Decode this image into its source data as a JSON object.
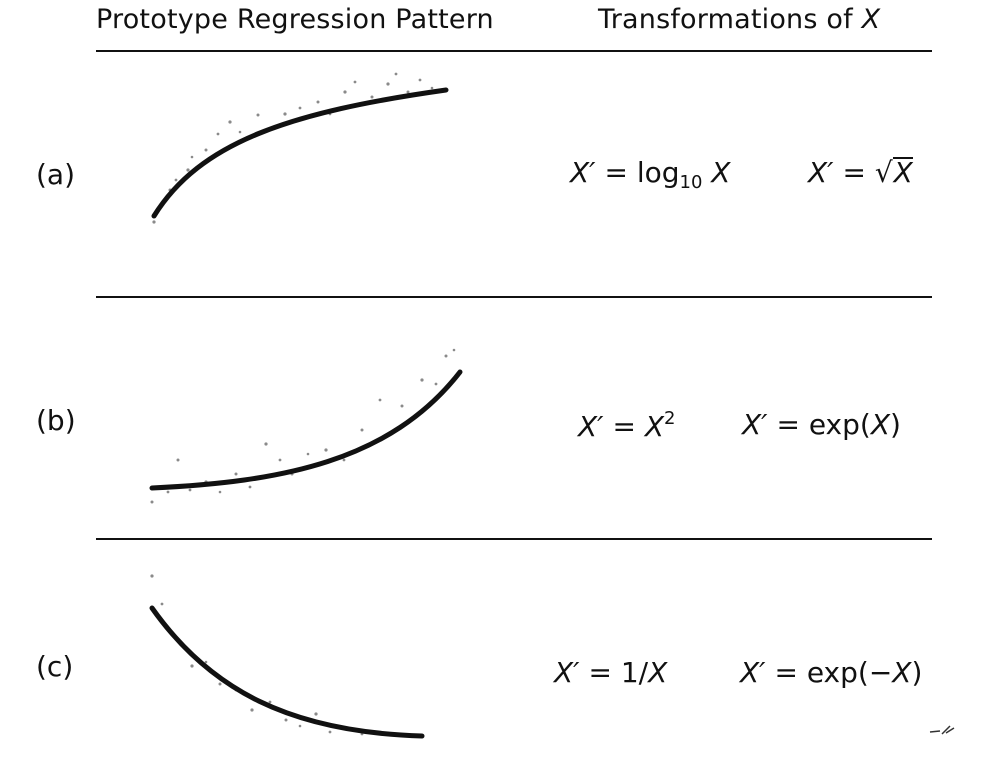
{
  "headers": {
    "left": "Prototype Regression Pattern",
    "right_prefix": "Transformations of ",
    "right_var": "X"
  },
  "rows": [
    {
      "label": "(a)",
      "pattern": "concave increasing",
      "transform_1": {
        "lhs": "X′",
        "eq": " = ",
        "fn": "log",
        "sub": "10",
        "arg": " X"
      },
      "transform_2": {
        "lhs": "X′",
        "eq": " = ",
        "radical": "√",
        "arg": "X"
      }
    },
    {
      "label": "(b)",
      "pattern": "convex increasing",
      "transform_1": {
        "lhs": "X′",
        "eq": " = ",
        "base": "X",
        "sup": "2"
      },
      "transform_2": {
        "lhs": "X′",
        "eq": " = ",
        "fn": "exp(",
        "arg": "X",
        "close": ")"
      }
    },
    {
      "label": "(c)",
      "pattern": "convex decreasing",
      "transform_1": {
        "lhs": "X′",
        "eq": " = ",
        "num": "1/",
        "arg": "X"
      },
      "transform_2": {
        "lhs": "X′",
        "eq": " = ",
        "fn": "exp(−",
        "arg": "X",
        "close": ")"
      }
    }
  ],
  "colors": {
    "ink": "#111111",
    "scatter": "#8a8a8a"
  }
}
